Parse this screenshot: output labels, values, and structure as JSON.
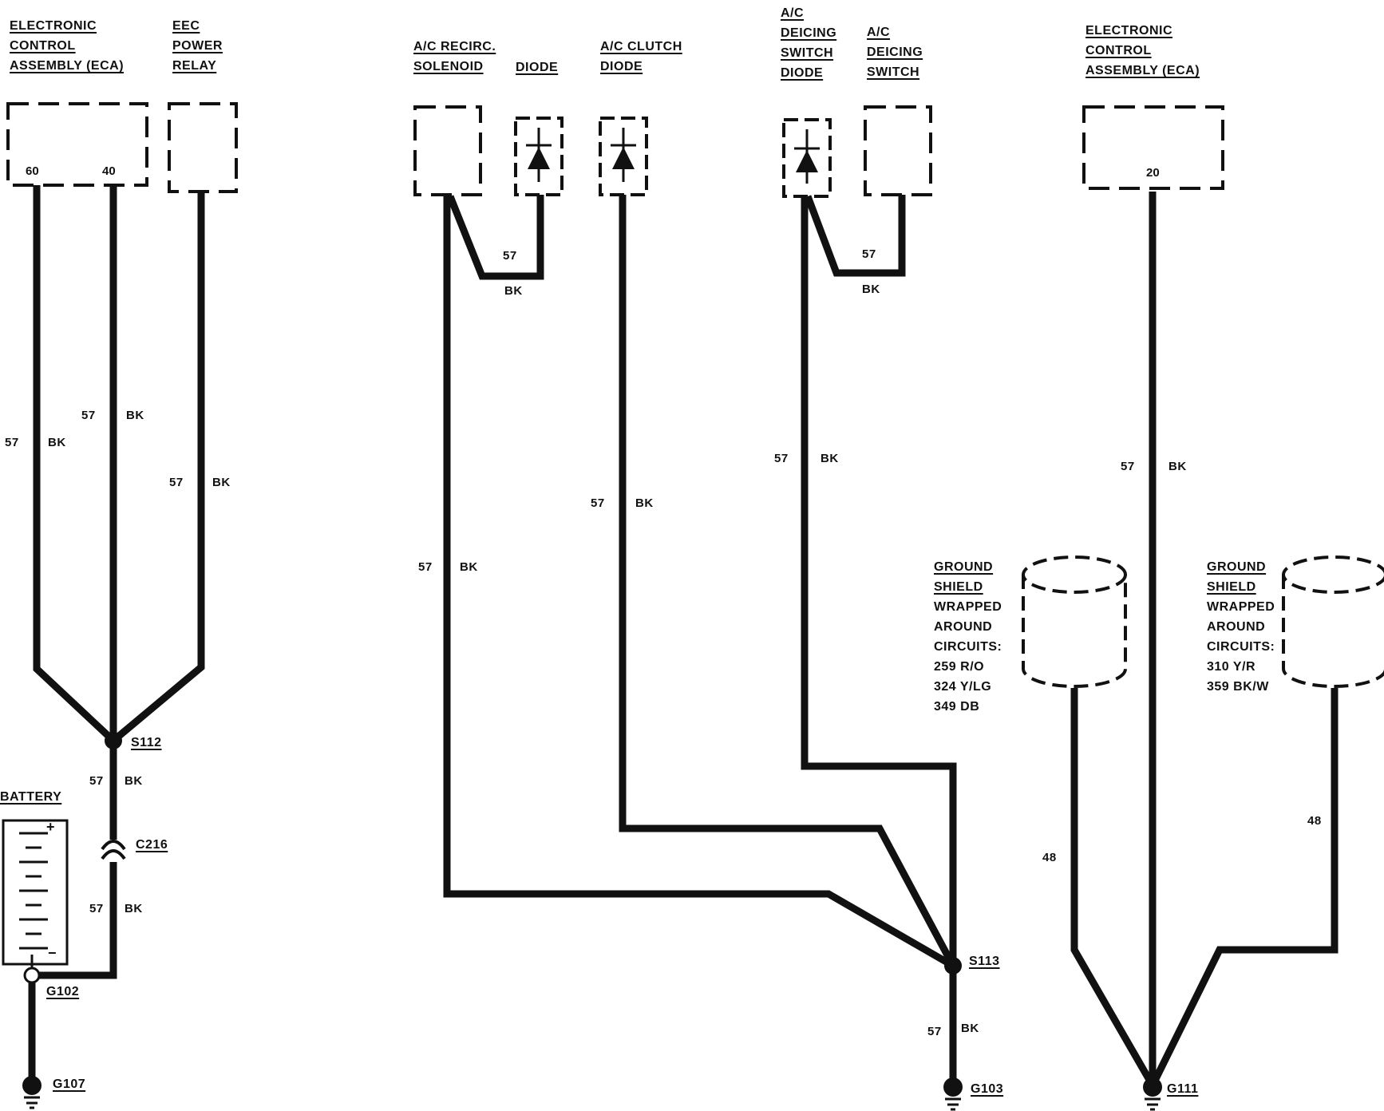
{
  "labels": {
    "eca_left": [
      "ELECTRONIC",
      "CONTROL",
      "ASSEMBLY (ECA)"
    ],
    "eec_relay": [
      "EEC",
      "POWER",
      "RELAY"
    ],
    "ac_recirc": [
      "A/C RECIRC.",
      "SOLENOID"
    ],
    "diode": [
      "DIODE"
    ],
    "ac_clutch_diode": [
      "A/C CLUTCH",
      "DIODE"
    ],
    "ac_deicing_switch_diode": [
      "A/C",
      "DEICING",
      "SWITCH",
      "DIODE"
    ],
    "ac_deicing_switch": [
      "A/C",
      "DEICING",
      "SWITCH"
    ],
    "eca_right": [
      "ELECTRONIC",
      "CONTROL",
      "ASSEMBLY (ECA)"
    ],
    "battery": "BATTERY",
    "shield1_title": [
      "GROUND",
      "SHIELD"
    ],
    "shield1_body": [
      "WRAPPED",
      "AROUND",
      "CIRCUITS:",
      "259 R/O",
      "324 Y/LG",
      "349 DB"
    ],
    "shield2_title": [
      "GROUND",
      "SHIELD"
    ],
    "shield2_body": [
      "WRAPPED",
      "AROUND",
      "CIRCUITS:",
      "310 Y/R",
      "359 BK/W"
    ]
  },
  "pins": {
    "eca_60": "60",
    "eca_40": "40",
    "eca_20": "20"
  },
  "nodes": {
    "s112": "S112",
    "s113": "S113",
    "c216": "C216",
    "g102": "G102",
    "g107": "G107",
    "g103": "G103",
    "g111": "G111"
  },
  "wires": {
    "circuit": "57",
    "color": "BK",
    "shield_circuit": "48"
  },
  "battery_signs": {
    "plus": "+",
    "minus": "−"
  },
  "colors": {
    "ink": "#111111",
    "paper": "#ffffff"
  }
}
